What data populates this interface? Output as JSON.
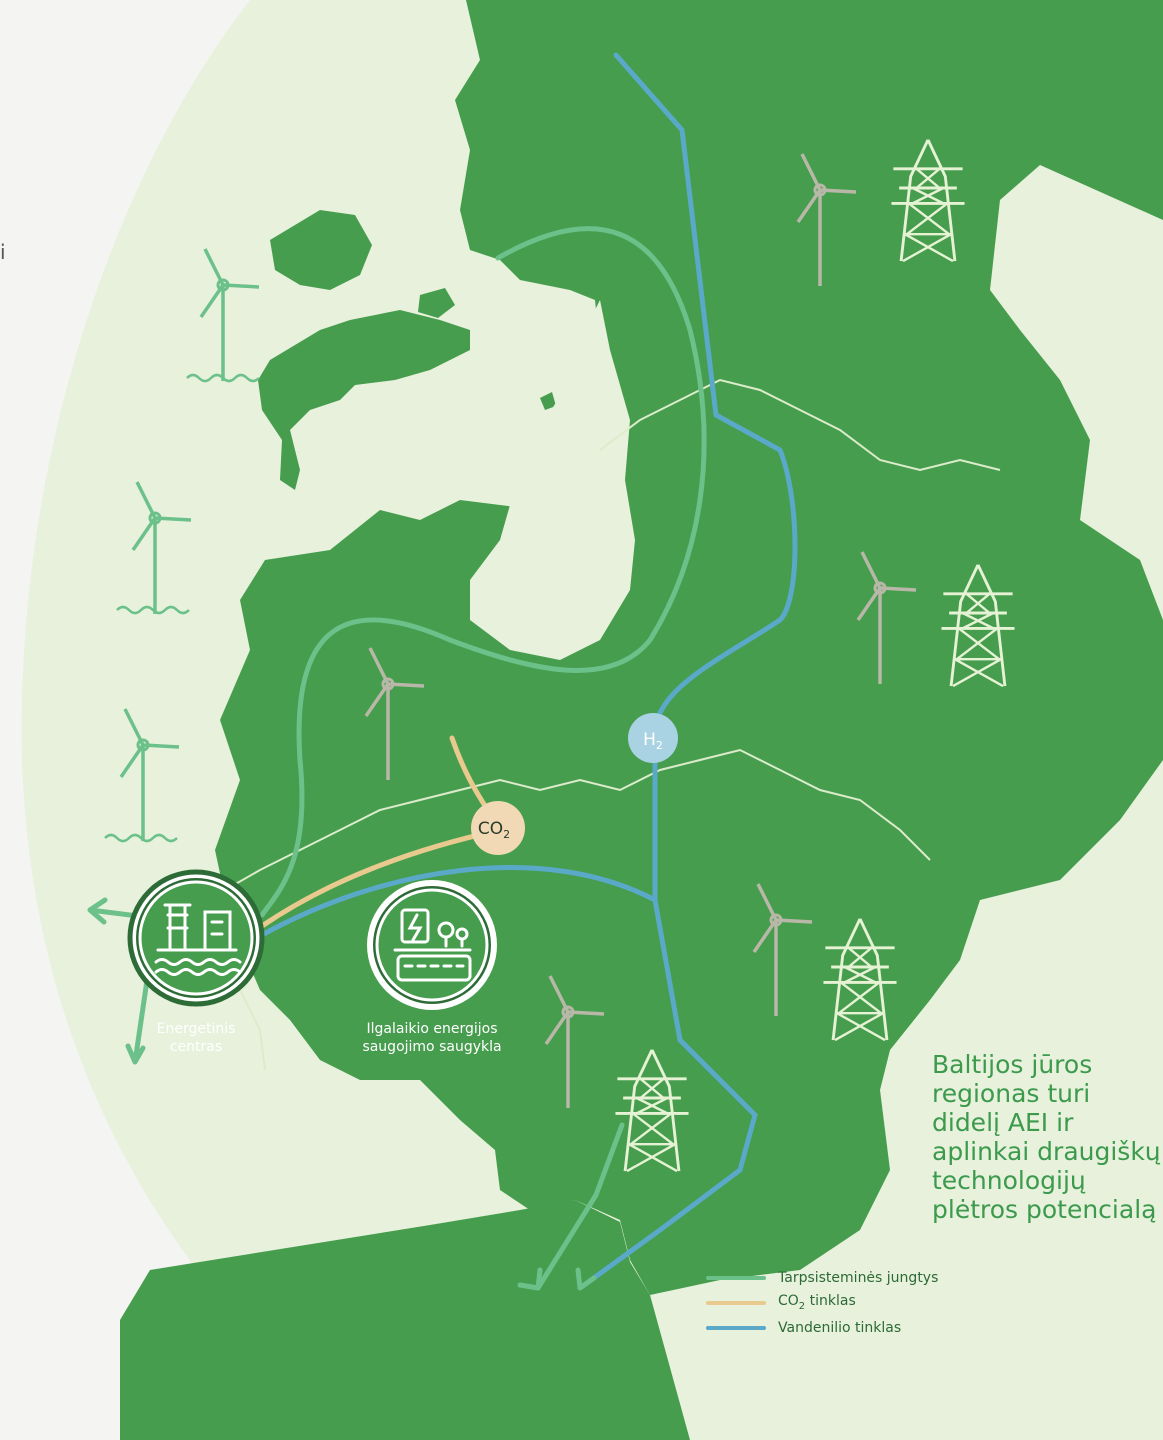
{
  "edge_fragment": "i",
  "headline": [
    "Baltijos jūros",
    "regionas turi",
    "didelį AEI ir",
    "aplinkai draugiškų",
    "technologijų",
    "plėtros potencialą"
  ],
  "bubbles": {
    "h2": {
      "base": "H",
      "sub": "2"
    },
    "co2": {
      "base": "CO",
      "sub": "2"
    }
  },
  "energy_hub_label": [
    "Energetinis",
    "centras"
  ],
  "storage_label": [
    "Ilgalaikio energijos",
    "saugojimo saugykla"
  ],
  "legend": [
    {
      "label": "Tarpsisteminės jungtys",
      "color": "#6cc08a"
    },
    {
      "label_base": "CO",
      "label_sub": "2",
      "label_rest": " tinklas",
      "color": "#e8c98e"
    },
    {
      "label": "Vandenilio tinklas",
      "color": "#5aa9c9"
    }
  ],
  "colors": {
    "background": "#f4f4f2",
    "sea_halo": "#e7f1dc",
    "land": "#469d4e",
    "border": "#dceccb",
    "interconnector": "#6cc08a",
    "co2": "#e8c98e",
    "hydrogen": "#5aa9c9",
    "icon_offshore": "#6cc08a",
    "icon_onshore": "#b9b7a8",
    "icon_pylon": "#e6f2d4",
    "headline": "#3c9a4d"
  },
  "icons": [
    "offshore-wind-turbine",
    "onshore-wind-turbine",
    "power-pylon",
    "offshore-platform",
    "energy-storage",
    "flow-arrow"
  ]
}
